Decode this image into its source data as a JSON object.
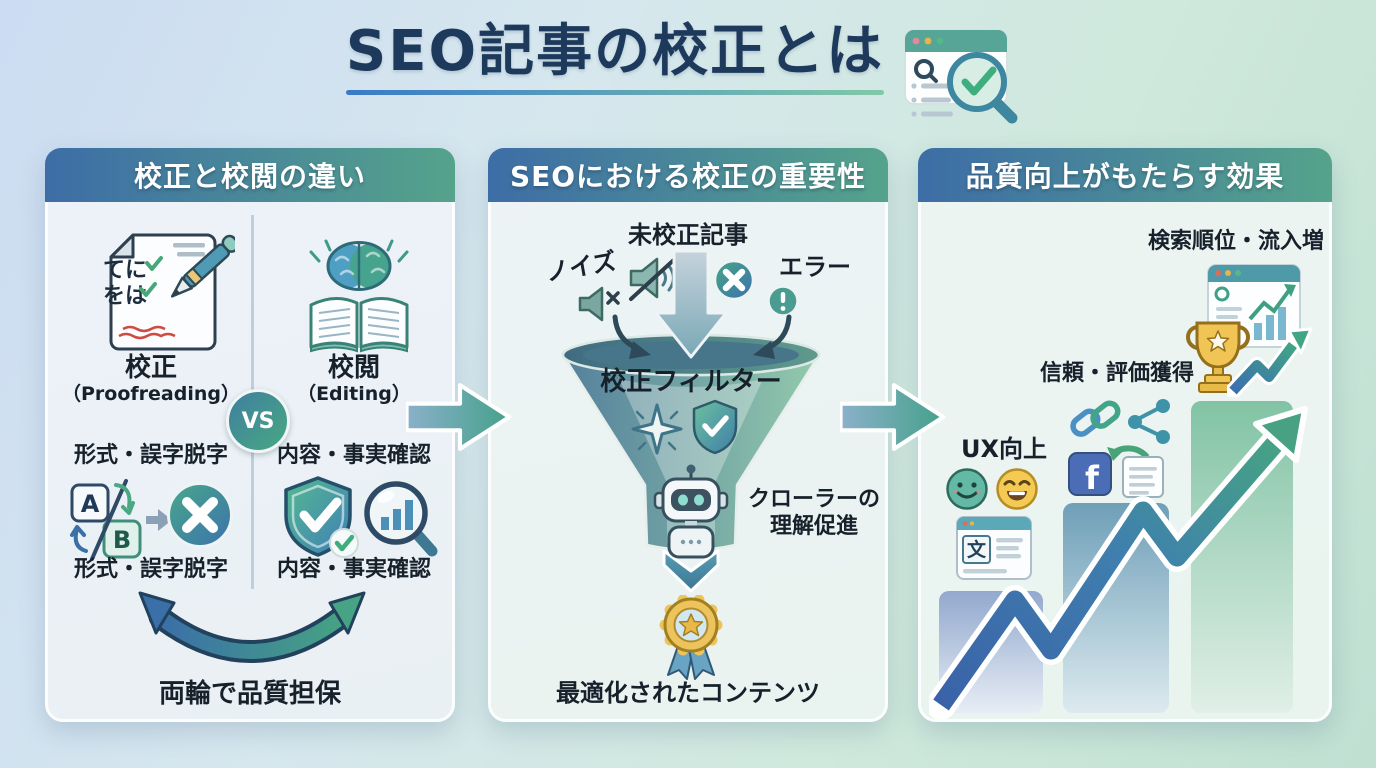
{
  "title": {
    "text": "SEO記事の校正とは"
  },
  "panel1": {
    "header": "校正と校閲の違い",
    "doc_chars_1": "てに",
    "doc_chars_2": "をは",
    "left_name": "校正",
    "left_sub": "（Proofreading）",
    "left_label_top": "形式・誤字脱字",
    "left_label_bottom": "形式・誤字脱字",
    "letter_a": "A",
    "letter_b": "B",
    "vs": "VS",
    "right_name": "校閲",
    "right_sub": "（Editing）",
    "right_label_top": "内容・事実確認",
    "right_label_bottom": "内容・事実確認",
    "footer": "両輪で品質担保"
  },
  "panel2": {
    "header": "SEOにおける校正の重要性",
    "input_label": "未校正記事",
    "noise_label": "ノイズ",
    "error_label": "エラー",
    "funnel_label": "校正フィルター",
    "crawler_line1": "クローラーの",
    "crawler_line2": "理解促進",
    "output_label": "最適化されたコンテンツ"
  },
  "panel3": {
    "header": "品質向上がもたらす効果",
    "search_label": "検索順位・流入増",
    "trust_label": "信頼・評価獲得",
    "ux_label": "UX向上",
    "translate_char": "文",
    "fb_char": "f"
  },
  "colors": {
    "header_gradient_start": "#3d6da6",
    "header_gradient_end": "#55a38b",
    "title_color": "#1d3a5c",
    "accent_blue": "#3a6fa8",
    "accent_green": "#46a383"
  }
}
